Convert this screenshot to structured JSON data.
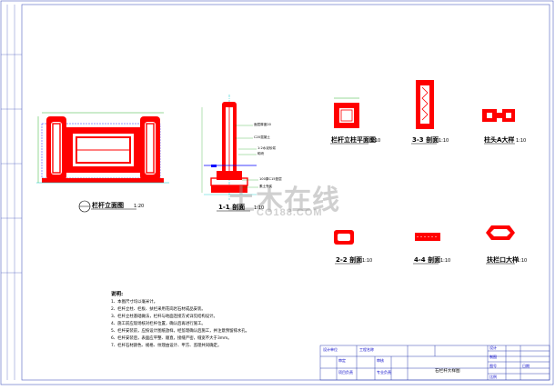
{
  "views": {
    "front_elevation": {
      "title": "栏杆立面图",
      "scale": "1:20"
    },
    "section_1_1": {
      "title": "1-1 剖面",
      "scale": "1:10"
    },
    "post_plan": {
      "title": "栏杆立柱平面图",
      "scale": "1:10"
    },
    "section_3_3": {
      "title": "3-3 剖面",
      "scale": "1:10"
    },
    "detail_a": {
      "title": "柱头A大样",
      "scale": "1:10"
    },
    "section_2_2": {
      "title": "2-2 剖面",
      "scale": "1:10"
    },
    "section_4_4": {
      "title": "4-4 剖面",
      "scale": "1:10"
    },
    "detail_rail": {
      "title": "扶栏口大样",
      "scale": "1:10"
    }
  },
  "annotations": {
    "a1": "面层厚度20",
    "a2": "C20混凝土",
    "a3": "1:2水泥砂浆",
    "a4": "砌块",
    "a5": "100厚C15垫层",
    "a6": "素土夯实"
  },
  "notes": {
    "heading": "说明:",
    "lines": [
      "1、本图尺寸均以毫米计。",
      "2、栏杆立柱、栏板、扶栏采用花岗岩石材成品安装。",
      "3、栏杆立柱基础做法，栏杆与地面连接方式详见结构设计。",
      "4、施工前应现场核对栏杆位置，确认后再进行施工。",
      "5、栏杆安装前，应按设计图纸放样，经监理确认后施工，并注意预留排水孔。",
      "6、栏杆安装后，表面应平整、顺直，接缝严密，缝宽不大于3mm。",
      "7、栏杆石材颜色、规格、纹理由设计、甲方、监理共同确定。"
    ]
  },
  "watermark": {
    "main": "土木在线",
    "sub": "CO188.COM"
  },
  "title_block": {
    "drawing_name": "石栏杆大样图",
    "labels": [
      "设计单位",
      "工程名称",
      "审定",
      "审核",
      "项目负责",
      "专业负责",
      "设计",
      "制图",
      "图号",
      "比例",
      "日期"
    ]
  },
  "colors": {
    "red": "#ff0000",
    "blue": "#0000ff",
    "cyan": "#00c8c8",
    "green": "#00a000",
    "line": "#3040b0"
  }
}
